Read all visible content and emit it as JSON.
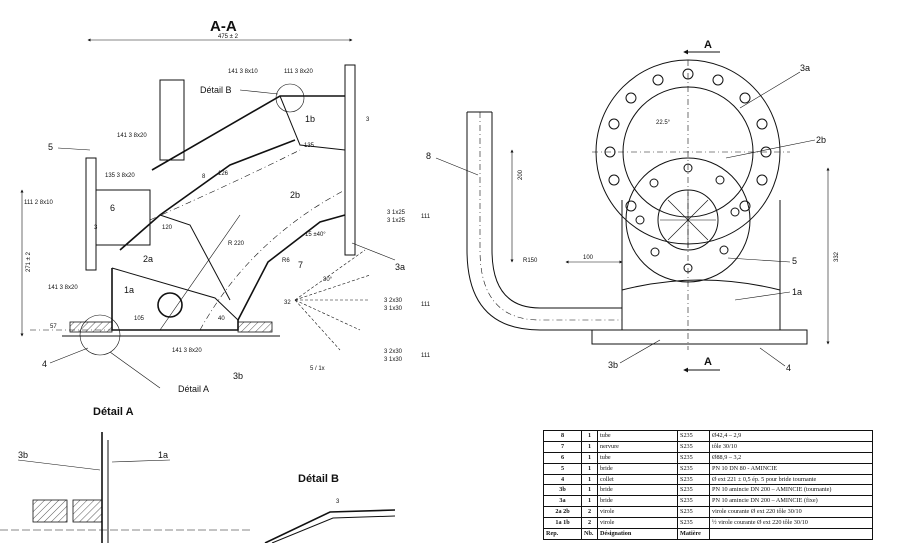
{
  "section_view": {
    "title": "A-A",
    "overall_dim": "475 ± 2",
    "height_dim": "271 ± 2",
    "detail_b_label": "Détail B",
    "detail_a_label": "Détail A",
    "angle_30": "30°",
    "angle_15": "15 ±40°",
    "radius_220": "R 220",
    "radius_r6": "R6",
    "dims": [
      "120",
      "126",
      "135",
      "105",
      "40",
      "57",
      "32",
      "3",
      "8",
      "2",
      "1"
    ],
    "weld_labels": [
      "141  3  8x10",
      "111  3  8x20",
      "141  3  8x20",
      "135  3  8x20",
      "141  3  8x20",
      "141  3  8x20",
      "111  2  8x10"
    ],
    "side_welds": [
      {
        "l1": "3  1x25",
        "l2": "3  1x25",
        "num": "111"
      },
      {
        "l1": "3  2x30",
        "l2": "3  1x30",
        "num": "111"
      },
      {
        "l1": "3  2x30",
        "l2": "3  1x30",
        "num": "111"
      }
    ],
    "callouts": [
      "5",
      "6",
      "2a",
      "1a",
      "1b",
      "2b",
      "7",
      "3a",
      "4",
      "3b"
    ],
    "bottom_tag": "5 / 1x"
  },
  "front_view": {
    "section_marker": "A",
    "callouts": [
      "3a",
      "2b",
      "8",
      "5",
      "1a",
      "3b",
      "4"
    ],
    "angle": "22.5°",
    "radius": "R150",
    "dim_100": "100",
    "dim_200": "200",
    "dim_332": "332"
  },
  "detail_a": {
    "title": "Détail A",
    "callouts": [
      "3b",
      "1a"
    ]
  },
  "detail_b": {
    "title": "Détail B",
    "callout": "3"
  },
  "bom": {
    "rows": [
      {
        "rep": "8",
        "nb": "1",
        "designation": "tube",
        "matiere": "S235",
        "obs": "Ø42,4 – 2,9"
      },
      {
        "rep": "7",
        "nb": "1",
        "designation": "nervure",
        "matiere": "S235",
        "obs": "tôle 30/10"
      },
      {
        "rep": "6",
        "nb": "1",
        "designation": "tube",
        "matiere": "S235",
        "obs": "Ø88,9 – 3,2"
      },
      {
        "rep": "5",
        "nb": "1",
        "designation": "bride",
        "matiere": "S235",
        "obs": "PN 10 DN 80 - AMINCIE"
      },
      {
        "rep": "4",
        "nb": "1",
        "designation": "collet",
        "matiere": "S235",
        "obs": "Ø ext 221 ± 0,5 ép. 5 pour bride tournante"
      },
      {
        "rep": "3b",
        "nb": "1",
        "designation": "bride",
        "matiere": "S235",
        "obs": "PN 10 amincie DN 200 – AMINCIE (tournante)"
      },
      {
        "rep": "3a",
        "nb": "1",
        "designation": "bride",
        "matiere": "S235",
        "obs": "PN 10 amincie DN 200 – AMINCIE (fixe)"
      },
      {
        "rep": "2a   2b",
        "nb": "2",
        "designation": "virole",
        "matiere": "S235",
        "obs": "virole courante Ø ext 220 tôle 30/10"
      },
      {
        "rep": "1a   1b",
        "nb": "2",
        "designation": "virole",
        "matiere": "S235",
        "obs": "½ virole courante Ø ext 220 tôle 30/10"
      }
    ],
    "header": {
      "rep": "Rep.",
      "nb": "Nb.",
      "designation": "Désignation",
      "matiere": "Matière",
      "obs": ""
    }
  },
  "colors": {
    "ink": "#111111",
    "paper": "#ffffff"
  }
}
